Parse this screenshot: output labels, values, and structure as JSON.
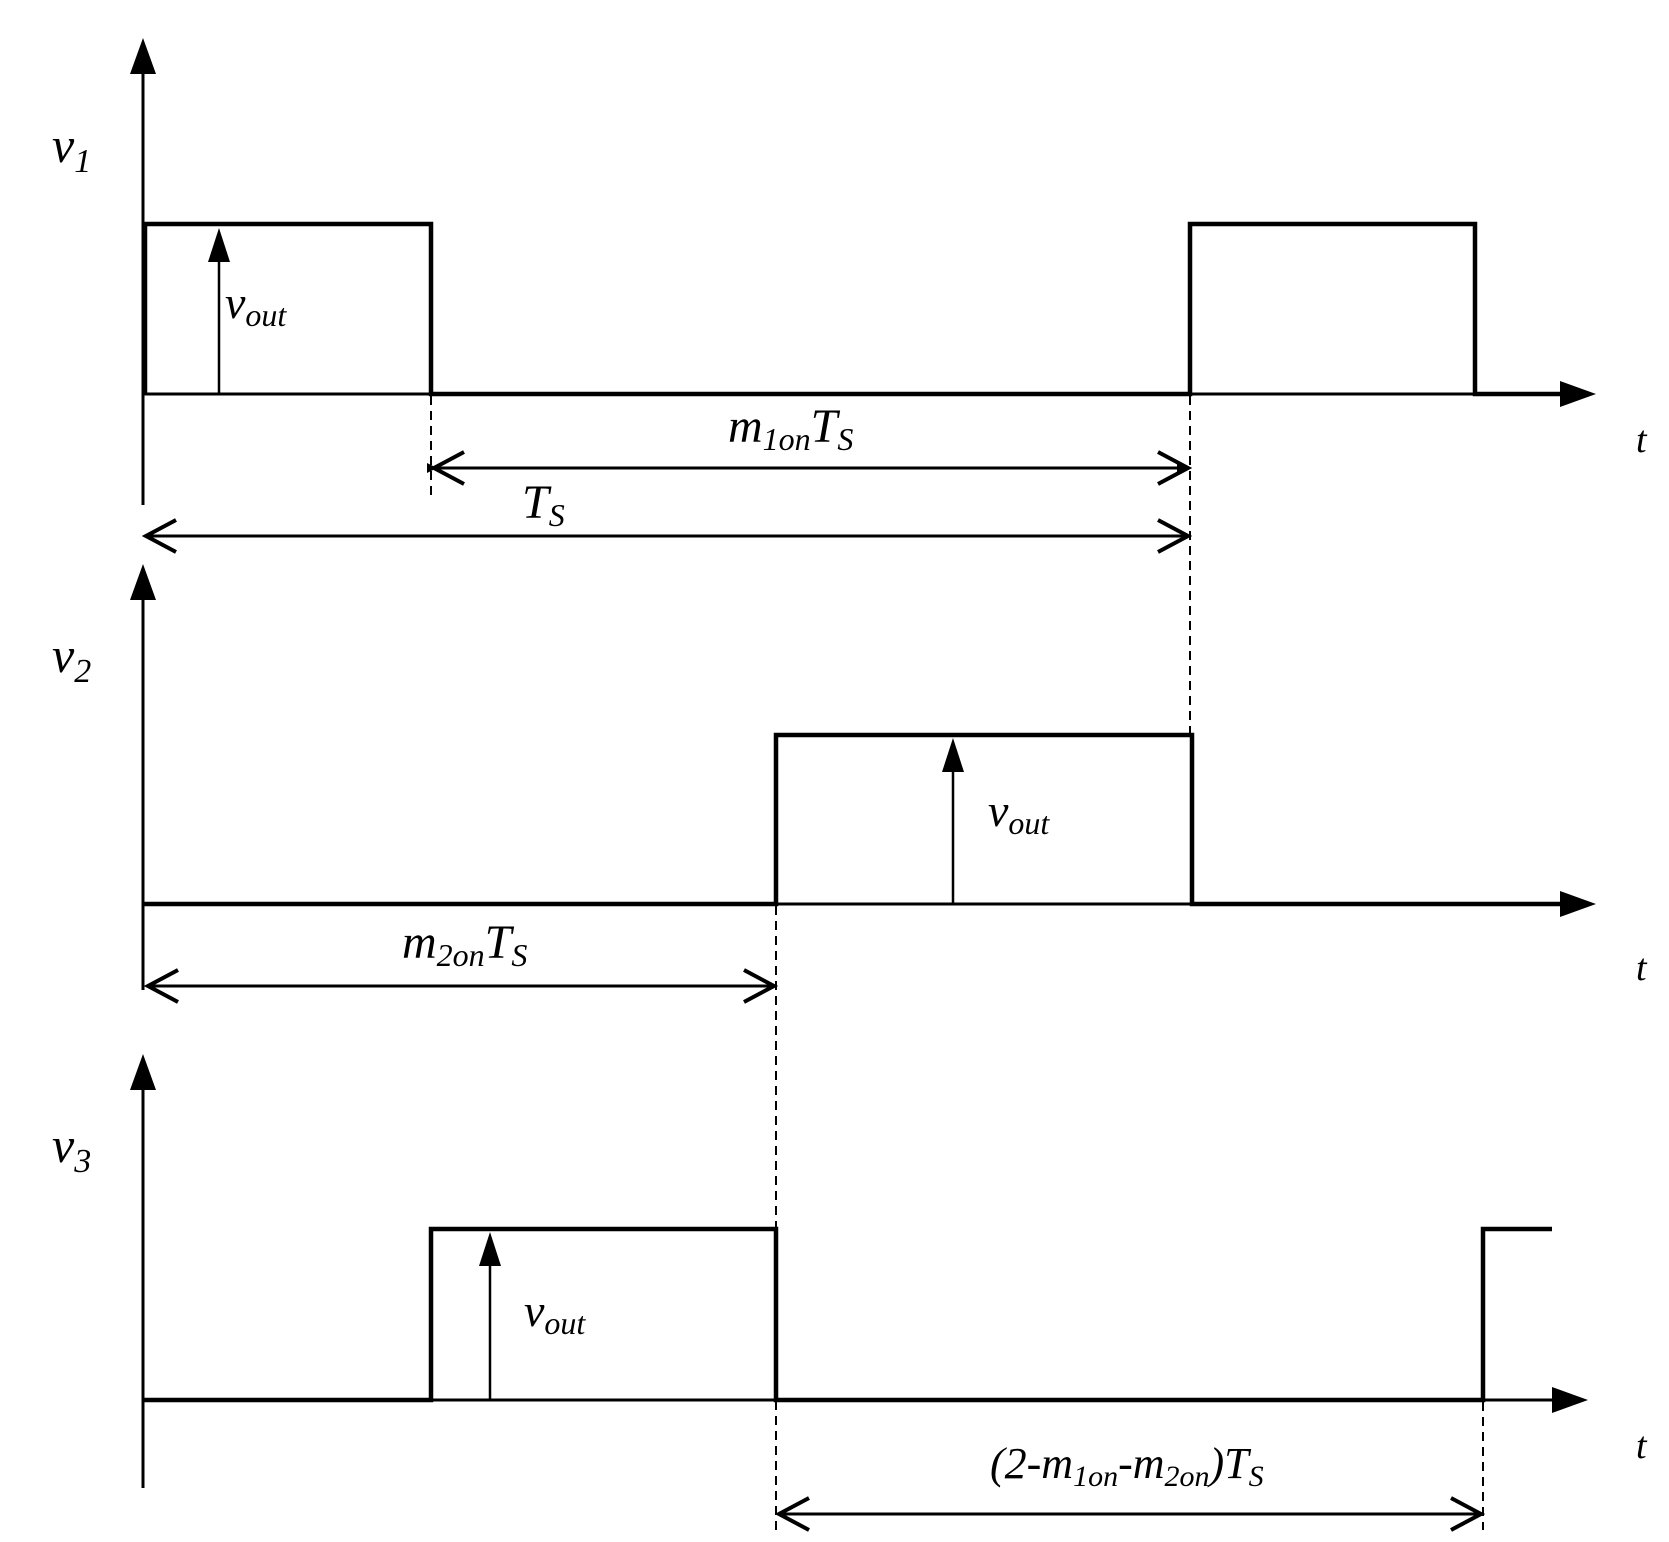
{
  "diagram": {
    "panel1": {
      "axis_name": "v",
      "axis_sub": "1",
      "t_label": "t",
      "amp_main": "v",
      "amp_sub": "out",
      "dim_inner_main": "m",
      "dim_inner_sub": "1on",
      "dim_inner_tail": "T",
      "dim_inner_tail_sub": "S",
      "dim_period_main": "T",
      "dim_period_sub": "S"
    },
    "panel2": {
      "axis_name": "v",
      "axis_sub": "2",
      "t_label": "t",
      "amp_main": "v",
      "amp_sub": "out",
      "dim_main": "m",
      "dim_sub": "2on",
      "dim_tail": "T",
      "dim_tail_sub": "S"
    },
    "panel3": {
      "axis_name": "v",
      "axis_sub": "3",
      "t_label": "t",
      "amp_main": "v",
      "amp_sub": "out",
      "dim_part1": "(2-m",
      "dim_sub1": "1on",
      "dim_part2": "-m",
      "dim_sub2": "2on",
      "dim_part3": ")T",
      "dim_sub3": "S"
    }
  }
}
